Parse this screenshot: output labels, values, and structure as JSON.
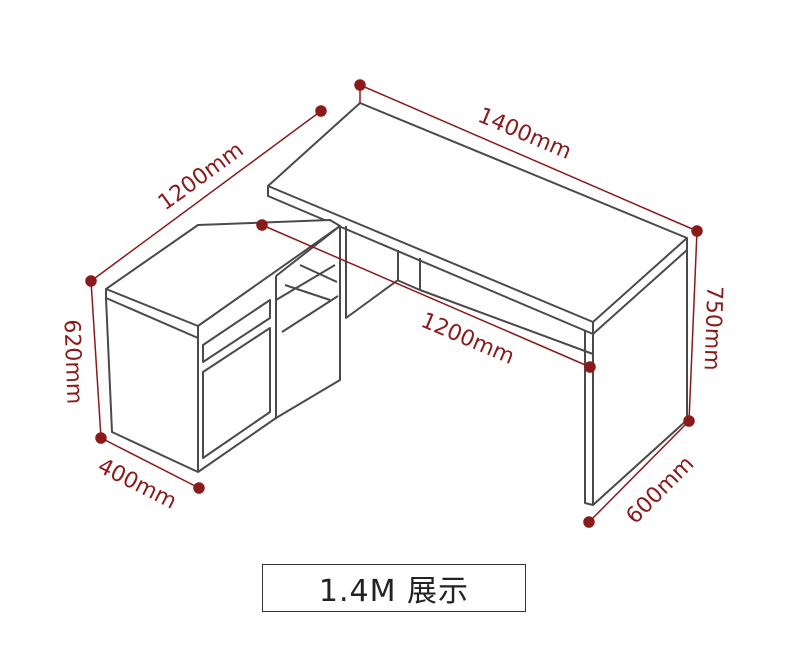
{
  "colors": {
    "outline": "#4a4a4a",
    "dimension": "#8b1a1a",
    "background": "#ffffff",
    "text": "#222222"
  },
  "dimensions": {
    "top_width": "1400mm",
    "side_length": "1200mm",
    "inner_length": "1200mm",
    "height_main": "750mm",
    "height_side": "620mm",
    "depth_side": "400mm",
    "depth_main": "600mm"
  },
  "caption": "1.4M 展示"
}
